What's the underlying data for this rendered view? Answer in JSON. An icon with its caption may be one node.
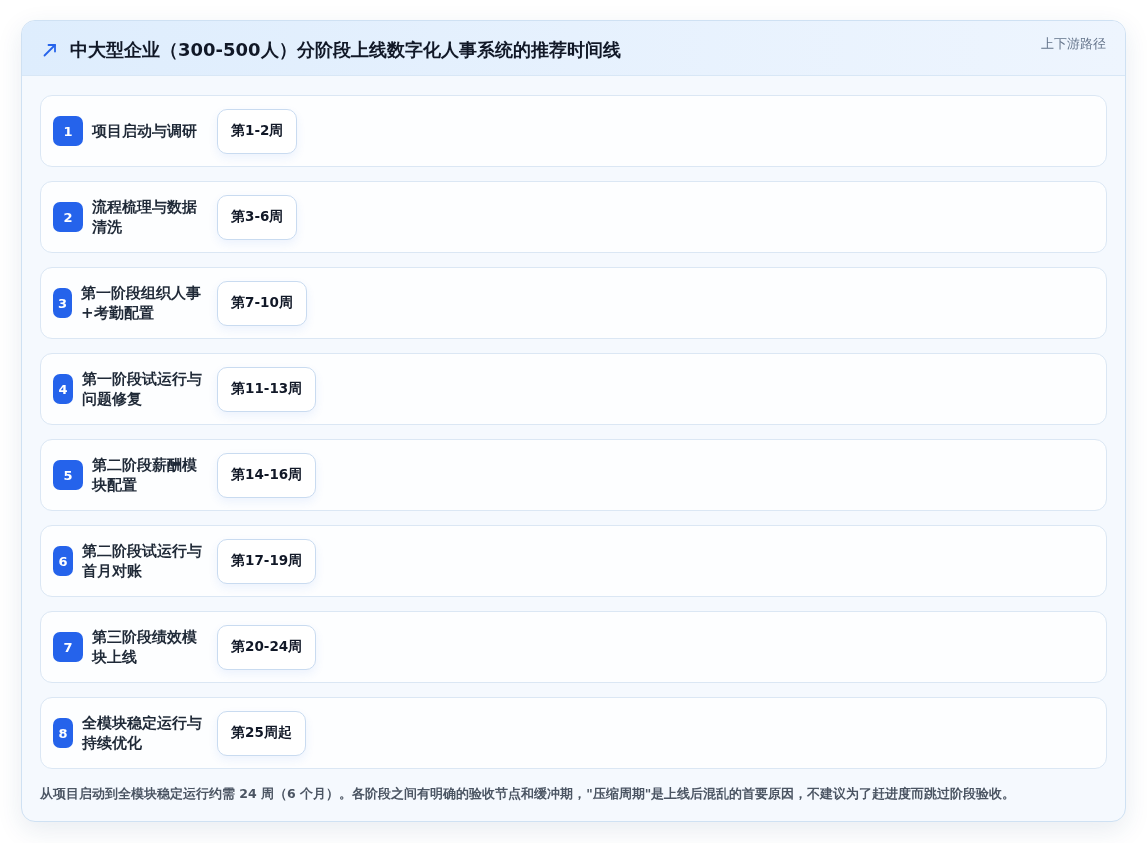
{
  "diagram": {
    "title": "中大型企业（300-500人）分阶段上线数字化人事系统的推荐时间线",
    "caption": "从项目启动到全模块稳定运行约需 24 周（6 个月）。各阶段之间有明确的验收节点和缓冲期，\"压缩周期\"是上线后混乱的首要原因，不建议为了赶进度而跳过阶段验收。",
    "nodes": [
      {
        "text": [
          "项目启动与调研"
        ]
      },
      {
        "text": [
          "1"
        ],
        "in": 0
      },
      {
        "text": [
          "第1-2周"
        ],
        "in": 0
      },
      {
        "text": [
          "流程梳理与数据清洗"
        ]
      },
      {
        "text": [
          "2"
        ],
        "in": 3
      },
      {
        "text": [
          "第3-6周"
        ],
        "in": 3
      },
      {
        "text": [
          "第一阶段组织人事+考勤配置"
        ]
      },
      {
        "text": [
          "3"
        ],
        "in": 6
      },
      {
        "text": [
          "第7-10周"
        ],
        "in": 6
      },
      {
        "text": [
          "第一阶段试运行与问题修复"
        ]
      },
      {
        "text": [
          "4"
        ],
        "in": 9
      },
      {
        "text": [
          "第11-13周"
        ],
        "in": 9
      },
      {
        "text": [
          "第二阶段薪酬模块配置"
        ]
      },
      {
        "text": [
          "5"
        ],
        "in": 12
      },
      {
        "text": [
          "第14-16周"
        ],
        "in": 12
      },
      {
        "text": [
          "第二阶段试运行与首月对账"
        ]
      },
      {
        "text": [
          "6"
        ],
        "in": 15
      },
      {
        "text": [
          "第17-19周"
        ],
        "in": 15
      },
      {
        "text": [
          "第三阶段绩效模块上线"
        ]
      },
      {
        "text": [
          "7"
        ],
        "in": 18
      },
      {
        "text": [
          "第20-24周"
        ],
        "in": 18
      },
      {
        "text": [
          "全模块稳定运行与持续优化"
        ]
      },
      {
        "text": [
          "8"
        ],
        "in": 21
      },
      {
        "text": [
          "第25周起"
        ],
        "in": 21
      }
    ],
    "labels": [
      "上下游路径"
    ]
  }
}
